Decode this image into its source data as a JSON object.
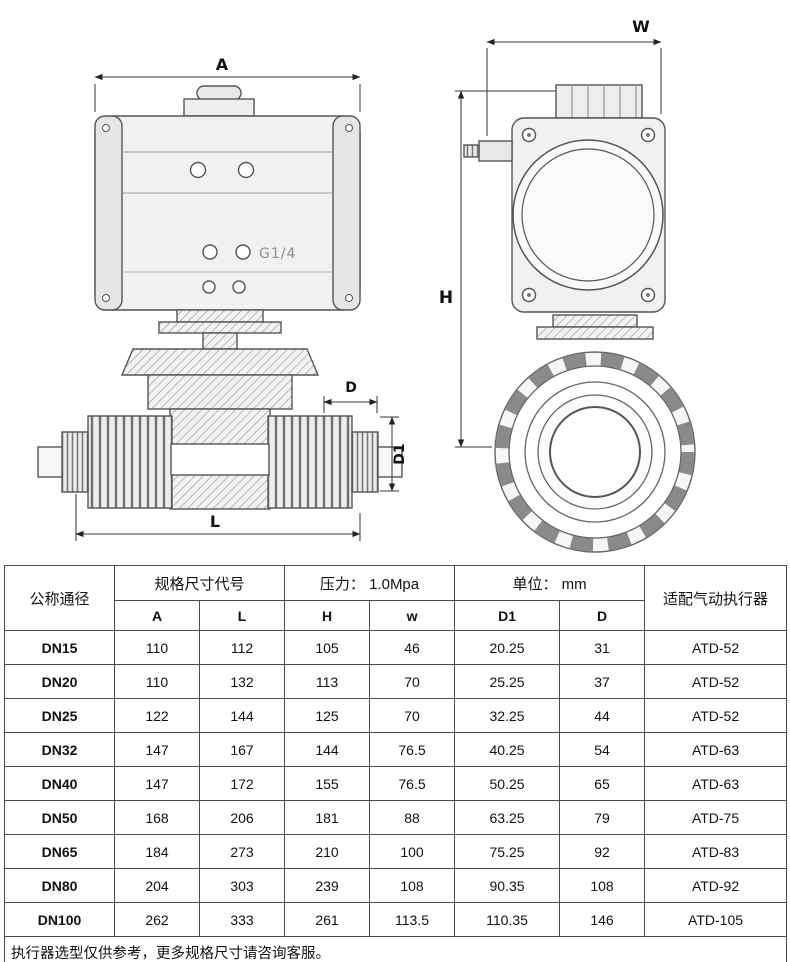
{
  "drawing": {
    "front_view": {
      "dim_a": "A",
      "dim_d": "D",
      "dim_d1": "D1",
      "dim_l": "L",
      "port_label": "G1/4"
    },
    "side_view": {
      "dim_w": "W",
      "dim_h": "H"
    }
  },
  "table": {
    "headers": {
      "nominal_diameter": "公称通径",
      "spec_code": "规格尺寸代号",
      "pressure": "压力： 1.0Mpa",
      "unit": "单位： mm",
      "actuator": "适配气动执行器",
      "columns": [
        "A",
        "L",
        "H",
        "w",
        "D1",
        "D"
      ]
    },
    "rows": [
      {
        "dn": "DN15",
        "A": "110",
        "L": "112",
        "H": "105",
        "w": "46",
        "D1": "20.25",
        "D": "31",
        "actuator": "ATD-52"
      },
      {
        "dn": "DN20",
        "A": "110",
        "L": "132",
        "H": "113",
        "w": "70",
        "D1": "25.25",
        "D": "37",
        "actuator": "ATD-52"
      },
      {
        "dn": "DN25",
        "A": "122",
        "L": "144",
        "H": "125",
        "w": "70",
        "D1": "32.25",
        "D": "44",
        "actuator": "ATD-52"
      },
      {
        "dn": "DN32",
        "A": "147",
        "L": "167",
        "H": "144",
        "w": "76.5",
        "D1": "40.25",
        "D": "54",
        "actuator": "ATD-63"
      },
      {
        "dn": "DN40",
        "A": "147",
        "L": "172",
        "H": "155",
        "w": "76.5",
        "D1": "50.25",
        "D": "65",
        "actuator": "ATD-63"
      },
      {
        "dn": "DN50",
        "A": "168",
        "L": "206",
        "H": "181",
        "w": "88",
        "D1": "63.25",
        "D": "79",
        "actuator": "ATD-75"
      },
      {
        "dn": "DN65",
        "A": "184",
        "L": "273",
        "H": "210",
        "w": "100",
        "D1": "75.25",
        "D": "92",
        "actuator": "ATD-83"
      },
      {
        "dn": "DN80",
        "A": "204",
        "L": "303",
        "H": "239",
        "w": "108",
        "D1": "90.35",
        "D": "108",
        "actuator": "ATD-92"
      },
      {
        "dn": "DN100",
        "A": "262",
        "L": "333",
        "H": "261",
        "w": "113.5",
        "D1": "110.35",
        "D": "146",
        "actuator": "ATD-105"
      }
    ],
    "footnote": "执行器选型仅供参考，更多规格尺寸请咨询客服。"
  }
}
